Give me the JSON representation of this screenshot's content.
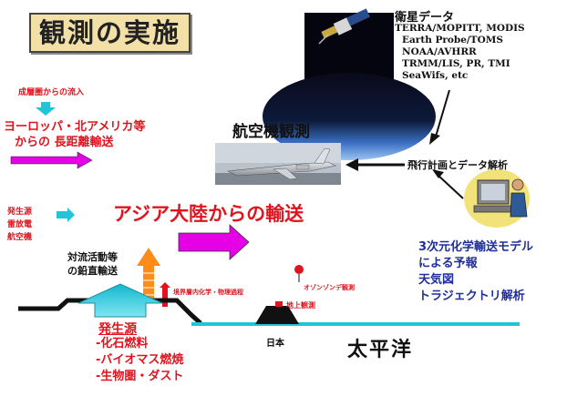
{
  "title": "観測の実施",
  "satellite": {
    "heading": "衛星データ",
    "instruments": [
      "TERRA/MOPITT, MODIS",
      "Earth Probe/TOMS",
      "NOAA/AVHRR",
      "TRMM/LIS, PR, TMI",
      "SeaWifs, etc"
    ]
  },
  "aircraft_label": "航空機観測",
  "flight_plan_label": "飛行計画とデータ解析",
  "inflow": {
    "stratosphere": "成層圏からの流入",
    "long_range_1": "ヨーロッパ・北アメリカ等",
    "long_range_2": "からの 長距離輸送"
  },
  "sources_small": [
    "発生源",
    "雷放電",
    "航空機"
  ],
  "asia_transport": "アジア大陸からの輸送",
  "convection": [
    "対流活動等",
    "の鉛直輸送"
  ],
  "boundary_layer": "境界層内化学・物理過程",
  "ozonesonde": "オゾンゾンデ観測",
  "ground_obs": "地上観測",
  "japan": "日本",
  "pacific": "太平洋",
  "emission_sources": {
    "heading": "発生源",
    "items": [
      "-化石燃料",
      "-バイオマス燃焼",
      "-生物圏・ダスト"
    ]
  },
  "model": [
    "3次元化学輸送モデル",
    "による予報",
    "天気図",
    "トラジェクトリ解析"
  ],
  "colors": {
    "red": "#e0141e",
    "magenta": "#e600e6",
    "cyan": "#22c4d8",
    "orange": "#ff8c1a",
    "navy": "#1f2f9c",
    "title_bg": "#f2e0a6"
  }
}
